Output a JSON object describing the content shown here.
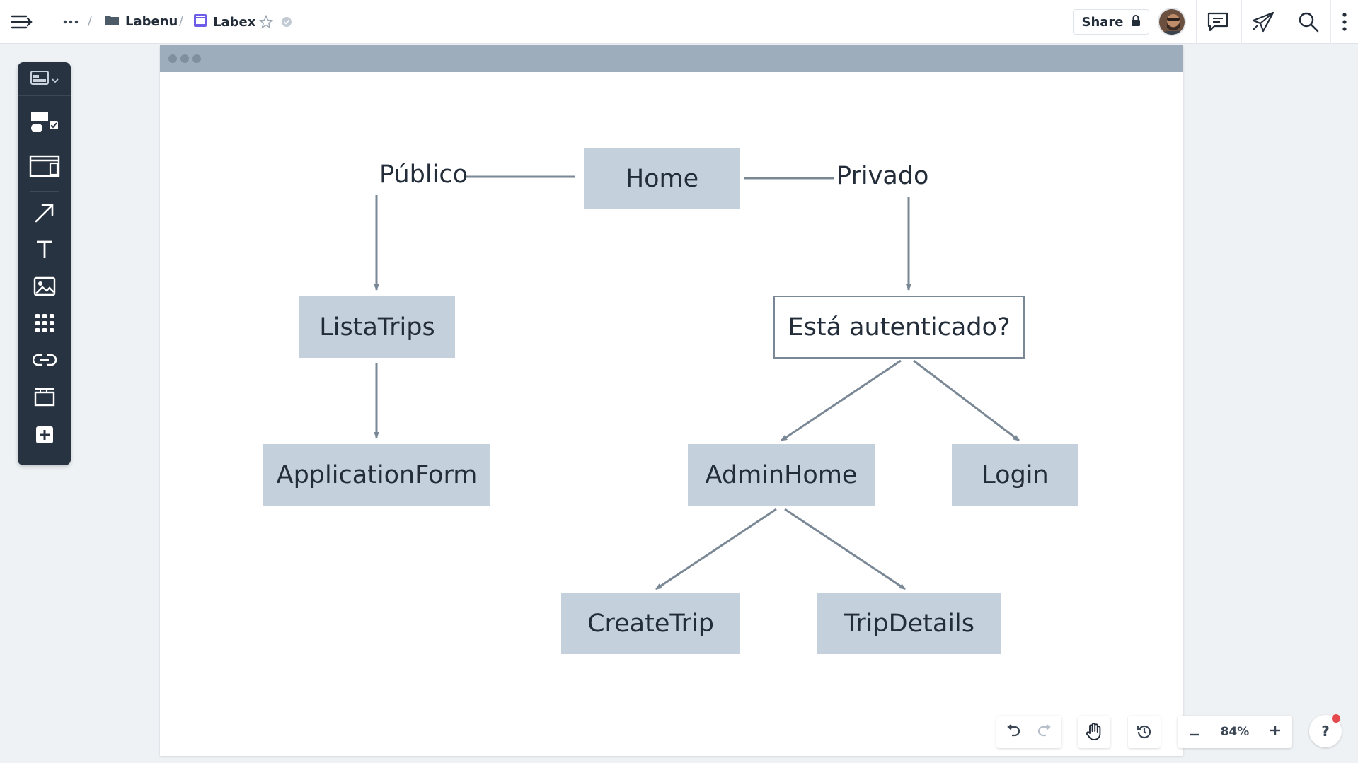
{
  "topbar": {
    "breadcrumb_sep": "/",
    "folder": "Labenu",
    "document": "Labex",
    "share_label": "Share"
  },
  "zoom": {
    "level": "84%"
  },
  "help": {
    "label": "?"
  },
  "diagram": {
    "public_label": "Público",
    "private_label": "Privado",
    "nodes": {
      "home": "Home",
      "lista_trips": "ListaTrips",
      "application_form": "ApplicationForm",
      "autenticado": "Está autenticado?",
      "admin_home": "AdminHome",
      "login": "Login",
      "create_trip": "CreateTrip",
      "trip_details": "TripDetails"
    }
  },
  "colors": {
    "node_fill": "#c4d0db",
    "edge": "#7a8896",
    "toolbar": "#283341",
    "accent": "#6c5ce7"
  }
}
